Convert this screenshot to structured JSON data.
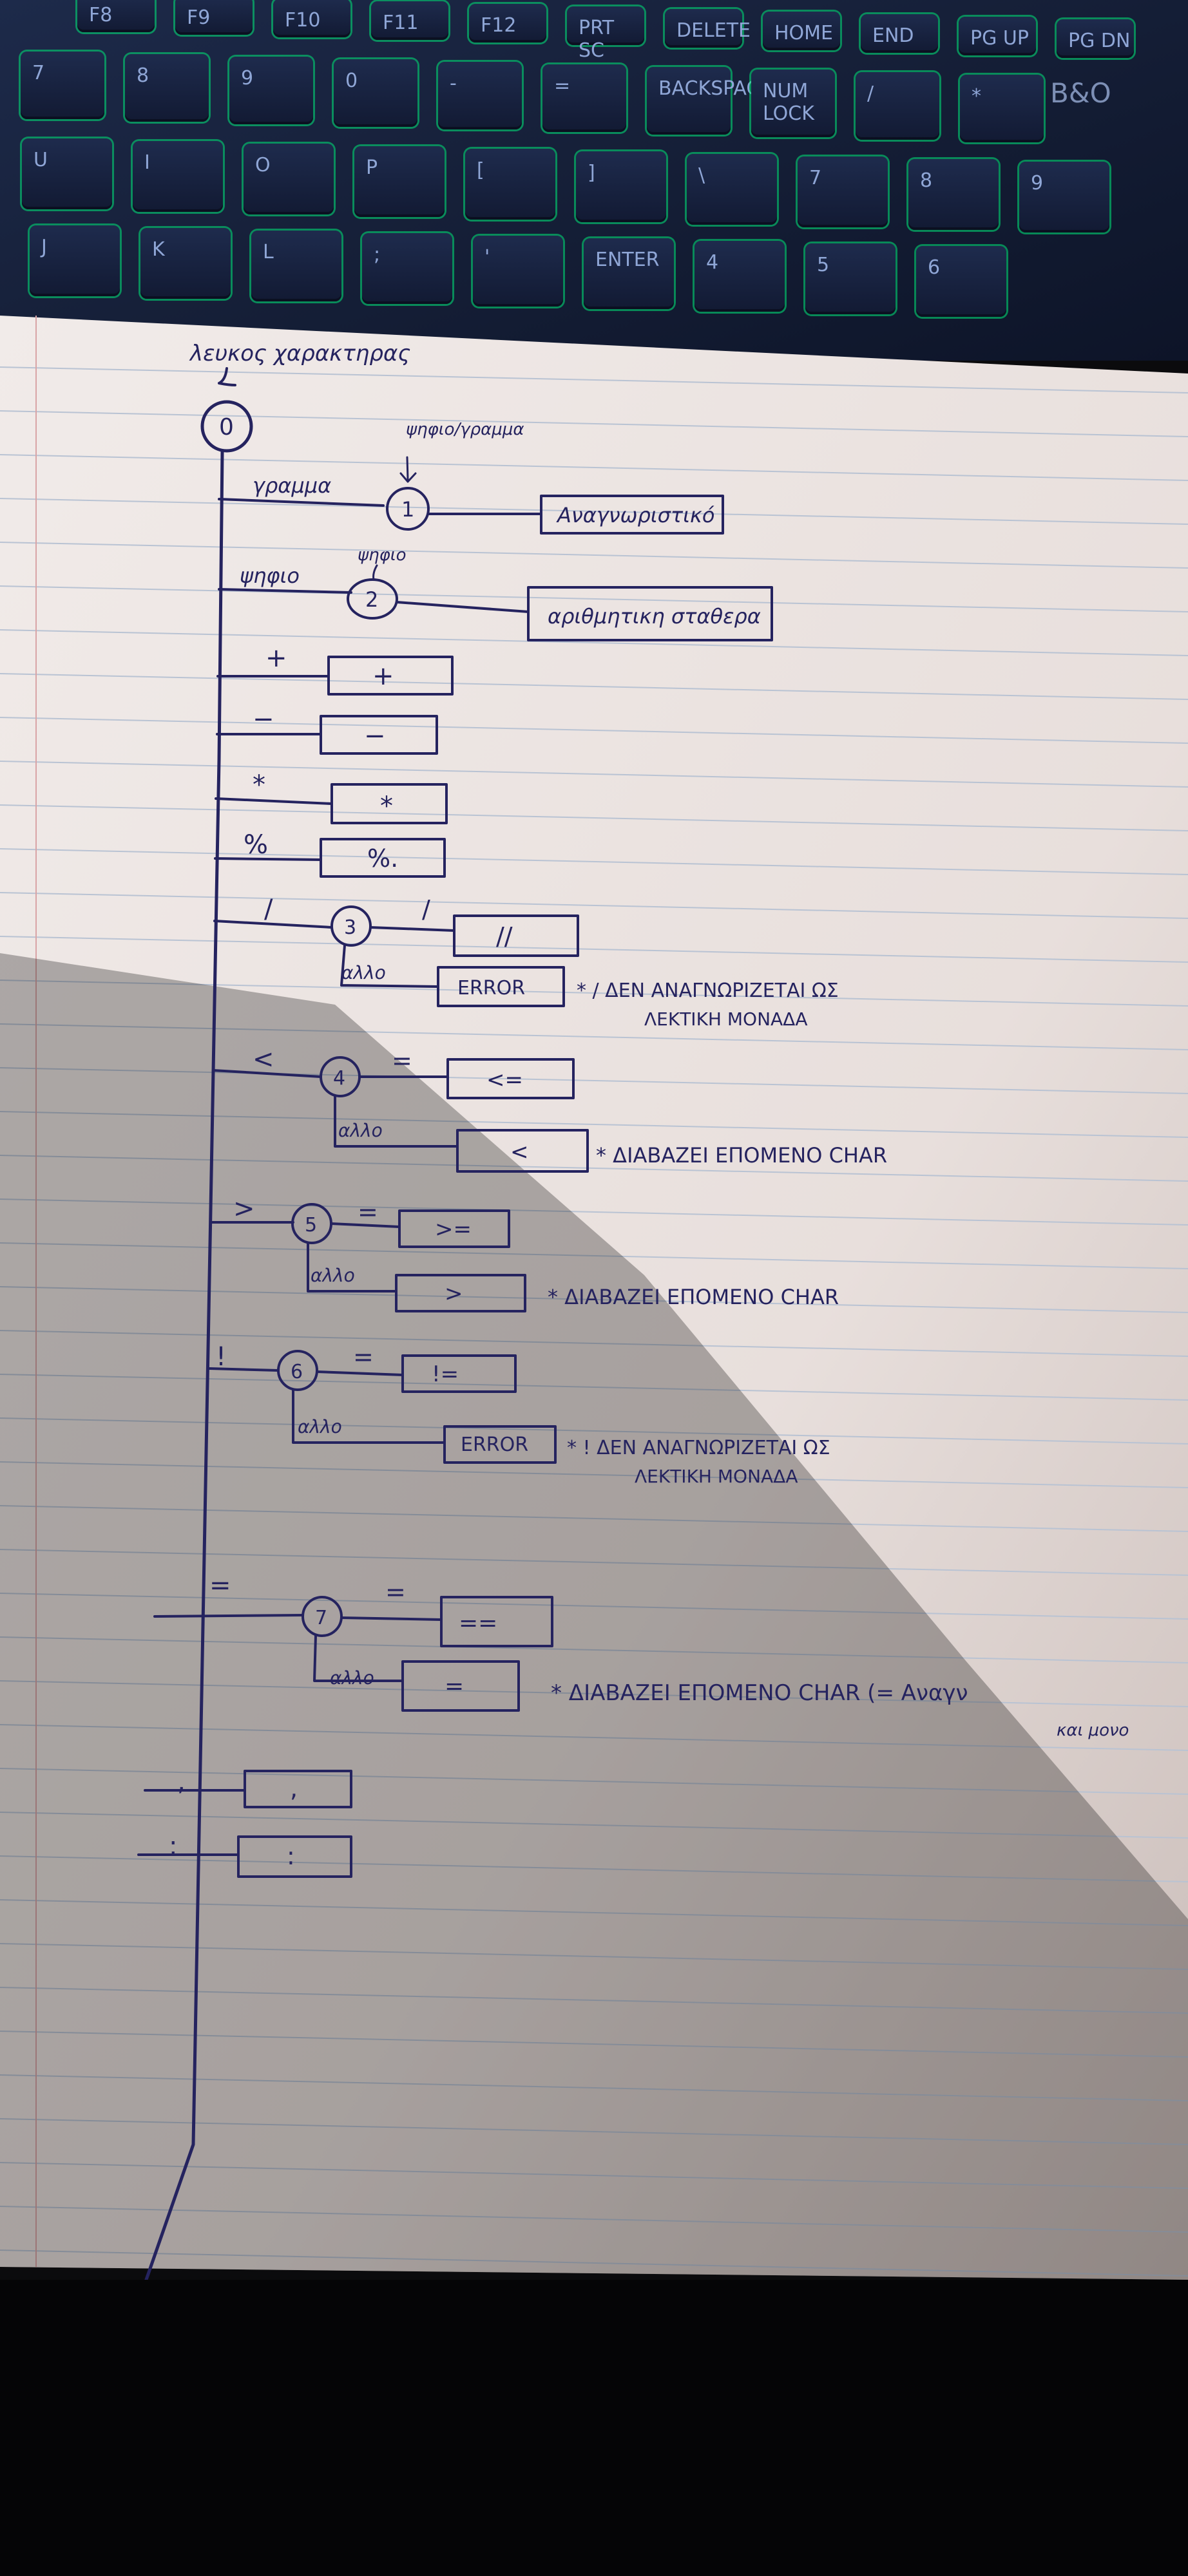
{
  "keyboard": {
    "keys": [
      "F8",
      "F9",
      "F10",
      "F11",
      "F12",
      "PRT SC",
      "DELETE",
      "HOME",
      "END",
      "PG UP",
      "PG DN",
      "7",
      "8",
      "9",
      "0",
      "-",
      "=",
      "BACKSPACE",
      "NUM LOCK",
      "/",
      "*",
      "U",
      "I",
      "O",
      "P",
      "[",
      "]",
      "\\",
      "7",
      "8",
      "9",
      "J",
      "K",
      "L",
      ";",
      "'",
      "ENTER",
      "4",
      "5",
      "6"
    ],
    "brand": "B&O"
  },
  "diagram": {
    "start_label": "λευκος χαρακτηρας",
    "start_state": "0",
    "transitions": [
      {
        "input": "γραμμα",
        "state": "1",
        "state_loop": "ψηφιο/γραμμα",
        "result": "Αναγνωριστικό"
      },
      {
        "input": "ψηφιο",
        "state": "2",
        "state_loop": "ψηφιο",
        "result": "αριθμητικη σταθερα"
      },
      {
        "input": "+",
        "result": "+"
      },
      {
        "input": "−",
        "result": "−"
      },
      {
        "input": "*",
        "result": "*"
      },
      {
        "input": "%",
        "result": "%."
      },
      {
        "input": "/",
        "state": "3",
        "next": "/",
        "result": "//",
        "else_label": "αλλο",
        "else_result": "ERROR",
        "note": "* / ΔΕΝ ΑΝΑΓΝΩΡΙΖΕΤΑΙ ΩΣ",
        "note2": "ΛΕΚΤΙΚΗ ΜΟΝΑΔΑ"
      },
      {
        "input": "<",
        "state": "4",
        "next": "=",
        "result": "<=",
        "else_label": "αλλο",
        "else_result": "<",
        "note": "* ΔΙΑΒΑΖΕΙ ΕΠΟΜΕΝΟ CHAR"
      },
      {
        "input": ">",
        "state": "5",
        "next": "=",
        "result": ">=",
        "else_label": "αλλο",
        "else_result": ">",
        "note": "* ΔΙΑΒΑΖΕΙ ΕΠΟΜΕΝΟ CHAR"
      },
      {
        "input": "!",
        "state": "6",
        "next": "=",
        "result": "!=",
        "else_label": "αλλο",
        "else_result": "ERROR",
        "note": "* ! ΔΕΝ ΑΝΑΓΝΩΡΙΖΕΤΑΙ ΩΣ",
        "note2": "ΛΕΚΤΙΚΗ ΜΟΝΑΔΑ"
      },
      {
        "input": "=",
        "state": "7",
        "next": "=",
        "result": "==",
        "else_label": "αλλο",
        "else_result": "=",
        "note": "* ΔΙΑΒΑΖΕΙ ΕΠΟΜΕΝΟ CHAR (= Αναγν",
        "note2": "και μονο"
      },
      {
        "input": ",",
        "result": ","
      },
      {
        "input": ":",
        "result": ":"
      }
    ]
  }
}
